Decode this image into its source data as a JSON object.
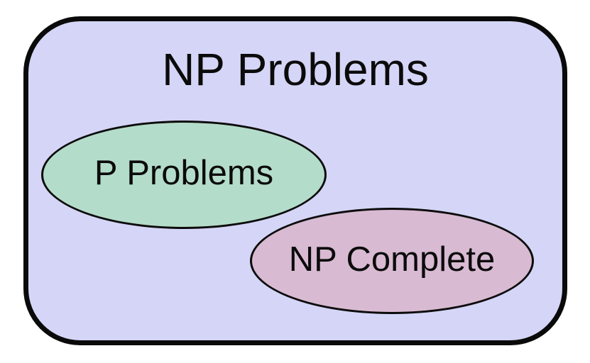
{
  "diagram": {
    "type": "euler-diagram",
    "title": "NP Problems",
    "background": "#ffffff",
    "text_color": "#0b0b0b",
    "container": {
      "label": "NP Problems",
      "fill": "#d5d5f7",
      "stroke": "#0a0a0a"
    },
    "sets": [
      {
        "label": "P Problems",
        "fill": "#b4dcca",
        "stroke": "#0c0c0c",
        "contained_in": "NP Problems"
      },
      {
        "label": "NP Complete",
        "fill": "#d8bad2",
        "stroke": "#0c0c0c",
        "contained_in": "NP Problems"
      }
    ]
  }
}
